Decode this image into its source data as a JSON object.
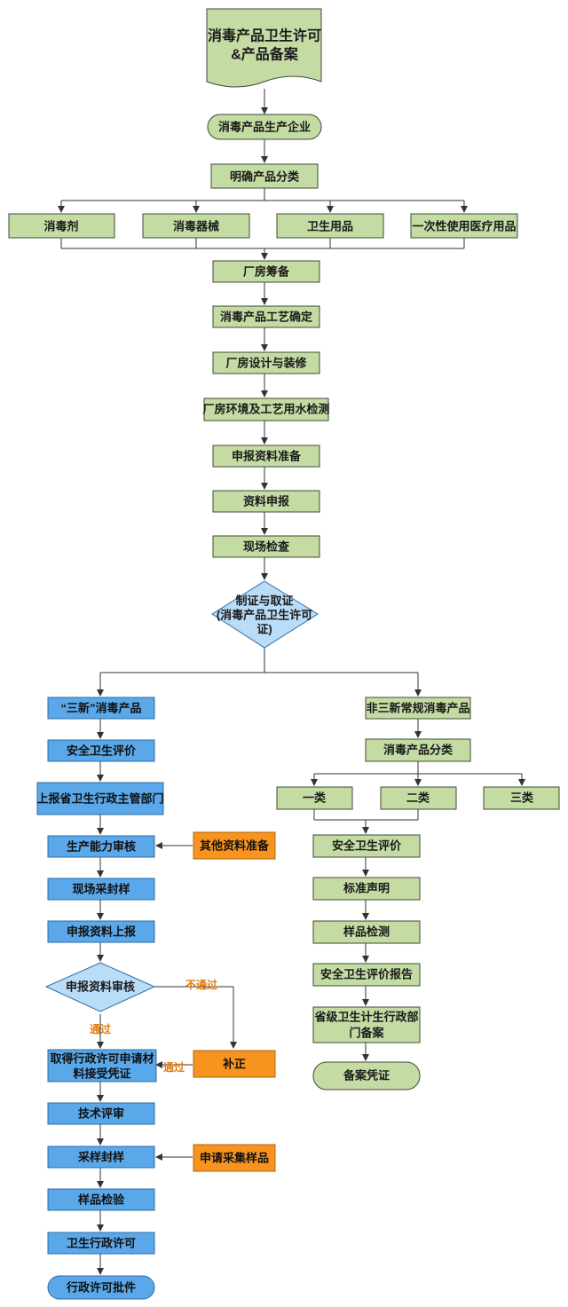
{
  "title": {
    "line1": "消毒产品卫生许可",
    "line2": "&产品备案"
  },
  "start": "消毒产品生产企业",
  "classify": "明确产品分类",
  "categories": [
    "消毒剂",
    "消毒器械",
    "卫生用品",
    "一次性使用医疗用品"
  ],
  "main_steps": [
    "厂房筹备",
    "消毒产品工艺确定",
    "厂房设计与装修",
    "厂房环境及工艺用水检测",
    "申报资料准备",
    "资料申报",
    "现场检查"
  ],
  "decision": {
    "line1": "制证与取证",
    "line2": "(消毒产品卫生许可",
    "line3": "证)"
  },
  "left_branch": {
    "head": "“三新”消毒产品",
    "steps": [
      "安全卫生评价",
      "上报省卫生行政主管部门",
      "生产能力审核",
      "现场采封样",
      "申报资料上报"
    ],
    "review": "申报资料审核",
    "accept": {
      "line1": "取得行政许可申请材",
      "line2": "料接受凭证"
    },
    "steps2": [
      "技术评审",
      "采样封样",
      "样品检验",
      "卫生行政许可"
    ],
    "end": "行政许可批件",
    "side_other_docs": "其他资料准备",
    "side_fix": "补正",
    "side_sample": "申请采集样品",
    "label_pass": "通过",
    "label_fail": "不通过",
    "label_pass2": "通过"
  },
  "right_branch": {
    "head": "非三新常规消毒产品",
    "classify": "消毒产品分类",
    "classes": [
      "一类",
      "二类",
      "三类"
    ],
    "steps": [
      "安全卫生评价",
      "标准声明",
      "样品检测",
      "安全卫生评价报告"
    ],
    "record": {
      "line1": "省级卫生计生行政部",
      "line2": "门备案"
    },
    "end": "备案凭证"
  },
  "colors": {
    "green": "#c5dba4",
    "blue": "#5aa8ea",
    "light_blue": "#b9dcf7",
    "orange": "#f7931e",
    "label": "#e07a12"
  }
}
